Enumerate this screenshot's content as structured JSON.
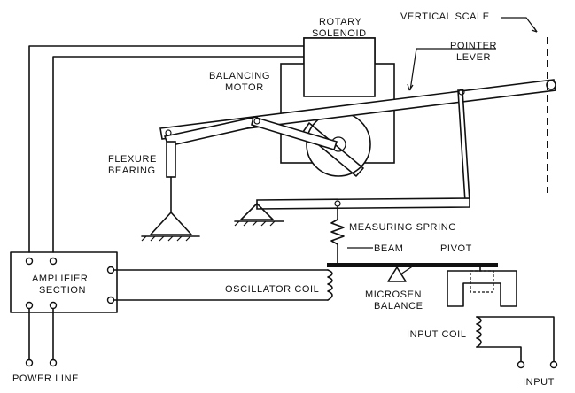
{
  "labels": {
    "rotary_solenoid": [
      "ROTARY",
      "SOLENOID"
    ],
    "vertical_scale": "VERTICAL SCALE",
    "pointer_lever": [
      "POINTER",
      "LEVER"
    ],
    "balancing_motor": [
      "BALANCING",
      "MOTOR"
    ],
    "flexure_bearing": [
      "FLEXURE",
      "BEARING"
    ],
    "measuring_spring": "MEASURING SPRING",
    "beam": "BEAM",
    "pivot": "PIVOT",
    "amplifier_section": [
      "AMPLIFIER",
      "SECTION"
    ],
    "oscillator_coil": "OSCILLATOR COIL",
    "microsen_balance": [
      "MICROSEN",
      "BALANCE"
    ],
    "input_coil": "INPUT COIL",
    "power_line": "POWER LINE",
    "input": "INPUT"
  },
  "colors": {
    "line": "#111111",
    "background": "#ffffff"
  }
}
